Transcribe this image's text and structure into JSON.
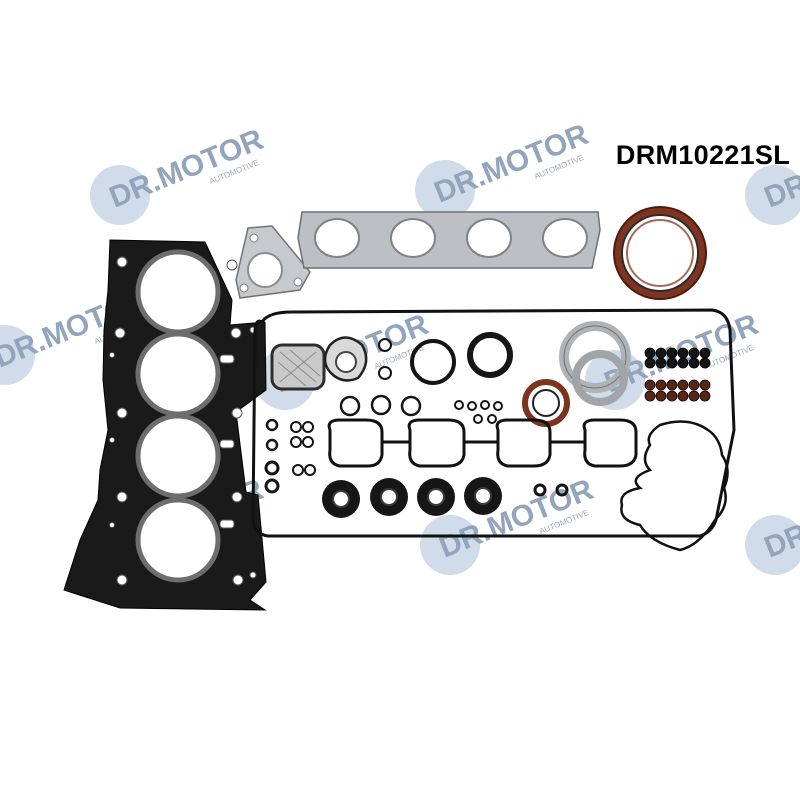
{
  "product": {
    "sku": "DRM10221SL"
  },
  "watermark": {
    "brand": "DR.MOTOR",
    "tagline": "AUTOMOTIVE",
    "color": "#3a5b86",
    "badge_color": "#a9bfd8"
  },
  "parts": {
    "head_gasket_color": "#1a1a1a",
    "manifold_gasket_color": "#b8bcc0",
    "oil_seal_color": "#8a3b22",
    "seal_ring_color": "#151515",
    "cover_gasket_color": "#111111"
  }
}
